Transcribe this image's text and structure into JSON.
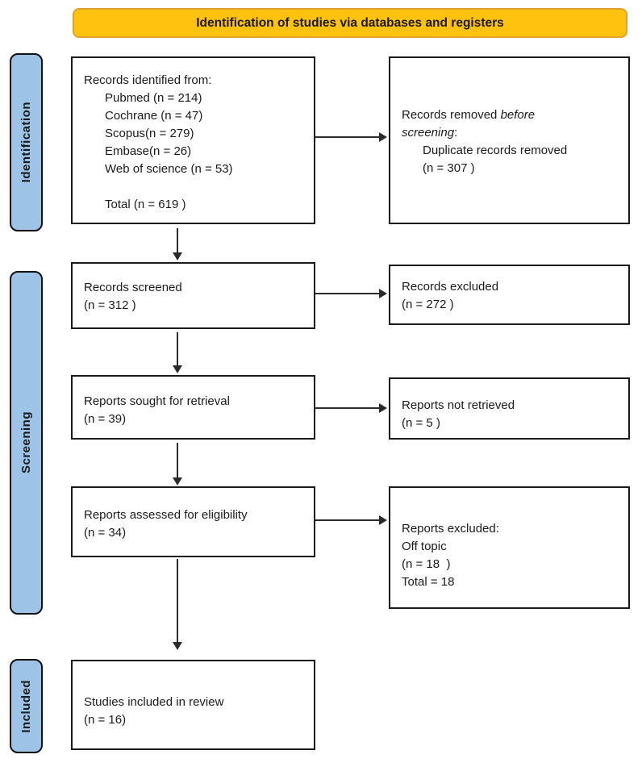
{
  "header": {
    "title": "Identification of studies via databases and registers"
  },
  "colors": {
    "header_bg": "#FFC20E",
    "header_border": "#DFA32B",
    "stage_bg": "#9DC3E6",
    "box_border": "#1a1a1a",
    "arrow": "#2b2b2b"
  },
  "stages": {
    "identification": "Identification",
    "screening": "Screening",
    "included": "Included"
  },
  "boxes": {
    "records_identified": {
      "title": "Records identified from:",
      "items": [
        "Pubmed (n = 214)",
        "Cochrane (n = 47)",
        "Scopus(n = 279)",
        "Embase(n = 26)",
        "Web of science (n = 53)"
      ],
      "total": "Total (n = 619 )"
    },
    "records_removed": {
      "line1_normal": "Records removed ",
      "line1_italic": "before",
      "line2_italic": "screening",
      "line2_normal": ":",
      "items": [
        "Duplicate records removed",
        "(n = 307 )"
      ]
    },
    "records_screened": {
      "lines": [
        "Records screened",
        "(n = 312 )"
      ]
    },
    "records_excluded": {
      "lines": [
        "Records excluded",
        "(n = 272 )"
      ]
    },
    "reports_sought": {
      "lines": [
        "Reports sought for retrieval",
        "(n = 39)"
      ]
    },
    "reports_not_retrieved": {
      "lines": [
        "Reports not retrieved",
        "(n = 5 )"
      ]
    },
    "reports_assessed": {
      "lines": [
        "Reports assessed for eligibility",
        "(n = 34)"
      ]
    },
    "reports_excluded": {
      "lines": [
        "Reports excluded:",
        "Off topic",
        "(n = 18  )",
        "Total = 18"
      ]
    },
    "studies_included": {
      "lines": [
        "Studies included in review",
        "(n = 16)"
      ]
    }
  }
}
